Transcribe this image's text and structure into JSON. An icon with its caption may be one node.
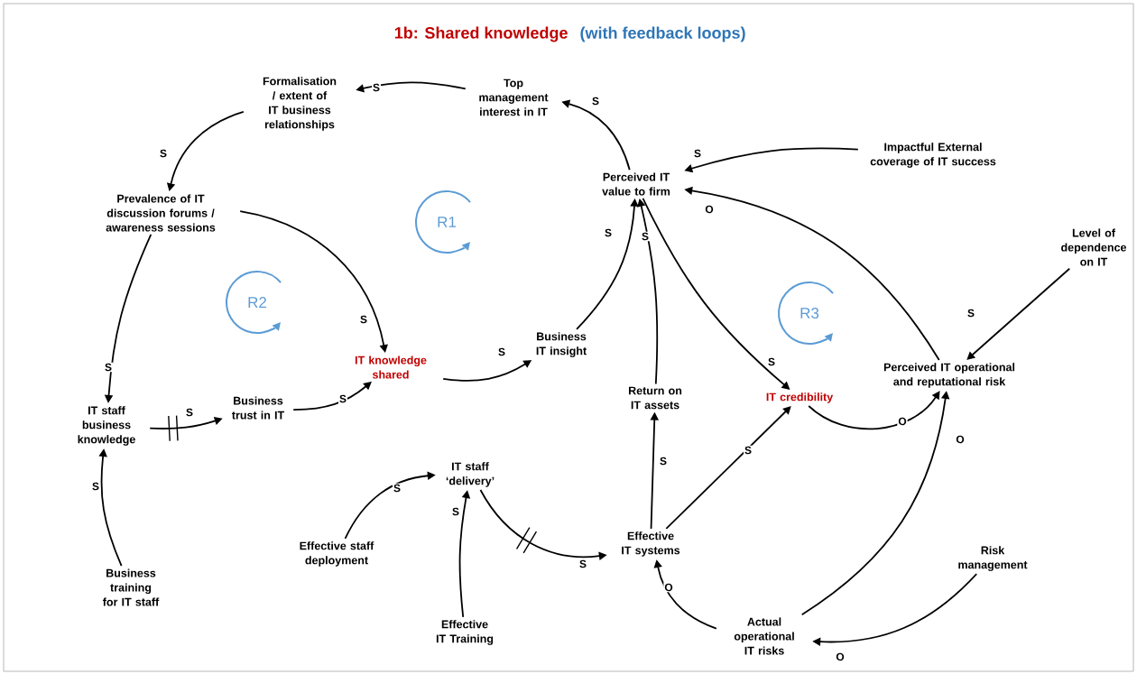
{
  "diagram": {
    "title": "1b: Shared knowledge",
    "nodes": [
      {
        "text": [
          "Formalisation / extent of IT business relationships"
        ]
      },
      {
        "text": [
          "Top management interest in IT"
        ]
      },
      {
        "text": [
          "Perceived IT value to firm"
        ]
      },
      {
        "text": [
          "Impactful External coverage of IT success"
        ]
      },
      {
        "text": [
          "Prevalence of IT discussion forums / awareness sessions"
        ]
      },
      {
        "text": [
          "Level of dependence on IT"
        ]
      },
      {
        "text": [
          "IT knowledge shared"
        ]
      },
      {
        "text": [
          "Business IT insight"
        ]
      },
      {
        "text": [
          "Perceived IT operational and reputational risk"
        ]
      },
      {
        "text": [
          "Return on IT assets"
        ]
      },
      {
        "text": [
          "IT credibility"
        ]
      },
      {
        "text": [
          "IT staff business knowledge"
        ]
      },
      {
        "text": [
          "Business trust in IT"
        ]
      },
      {
        "text": [
          "IT staff ‘delivery’"
        ]
      },
      {
        "text": [
          "Effective staff deployment"
        ]
      },
      {
        "text": [
          "Effective IT systems"
        ]
      },
      {
        "text": [
          "Risk management"
        ]
      },
      {
        "text": [
          "Business training for IT staff"
        ]
      },
      {
        "text": [
          "Effective IT Training"
        ]
      },
      {
        "text": [
          "Actual operational IT risks"
        ]
      }
    ],
    "edges": [
      {
        "from": 1,
        "to": 0,
        "arrow": "to",
        "label": "S"
      },
      {
        "from": 0,
        "to": 4,
        "arrow": "to",
        "label": "S"
      },
      {
        "from": 4,
        "to": 11,
        "arrow": "to",
        "label": "S"
      },
      {
        "from": 4,
        "to": 6,
        "arrow": "to",
        "label": "S"
      },
      {
        "from": 11,
        "to": 12,
        "arrow": "to",
        "label": "S"
      },
      {
        "from": 12,
        "to": 6,
        "arrow": "to",
        "label": "S"
      },
      {
        "from": 6,
        "to": 7,
        "arrow": "to",
        "label": "S"
      },
      {
        "from": 7,
        "to": 2,
        "arrow": "to",
        "label": "S"
      },
      {
        "from": 9,
        "to": 2,
        "arrow": "to",
        "label": "S"
      },
      {
        "from": 2,
        "to": 1,
        "arrow": "to",
        "label": "S"
      },
      {
        "from": 3,
        "to": 2,
        "arrow": "to",
        "label": "S"
      },
      {
        "from": 8,
        "to": 2,
        "arrow": "to",
        "label": "O"
      },
      {
        "from": 2,
        "to": 10,
        "arrow": "to",
        "label": "S"
      },
      {
        "from": 5,
        "to": 8,
        "arrow": "to",
        "label": "S"
      },
      {
        "from": 10,
        "to": 8,
        "arrow": "to",
        "label": "O"
      },
      {
        "from": 19,
        "to": 8,
        "arrow": "to",
        "label": "O"
      },
      {
        "from": 15,
        "to": 9,
        "arrow": "to",
        "label": "S"
      },
      {
        "from": 15,
        "to": 10,
        "arrow": "to",
        "label": "S"
      },
      {
        "from": 13,
        "to": 15,
        "arrow": "to",
        "label": "S"
      },
      {
        "from": 14,
        "to": 13,
        "arrow": "to",
        "label": "S"
      },
      {
        "from": 18,
        "to": 13,
        "arrow": "to",
        "label": "S"
      },
      {
        "from": 17,
        "to": 11,
        "arrow": "to",
        "label": "S"
      },
      {
        "from": 19,
        "to": 15,
        "arrow": "to",
        "label": "O"
      },
      {
        "from": 16,
        "to": 19,
        "arrow": "to",
        "label": "O"
      }
    ],
    "labels": [
      "(with feedback loops)",
      "R1",
      "R2",
      "R3"
    ]
  }
}
